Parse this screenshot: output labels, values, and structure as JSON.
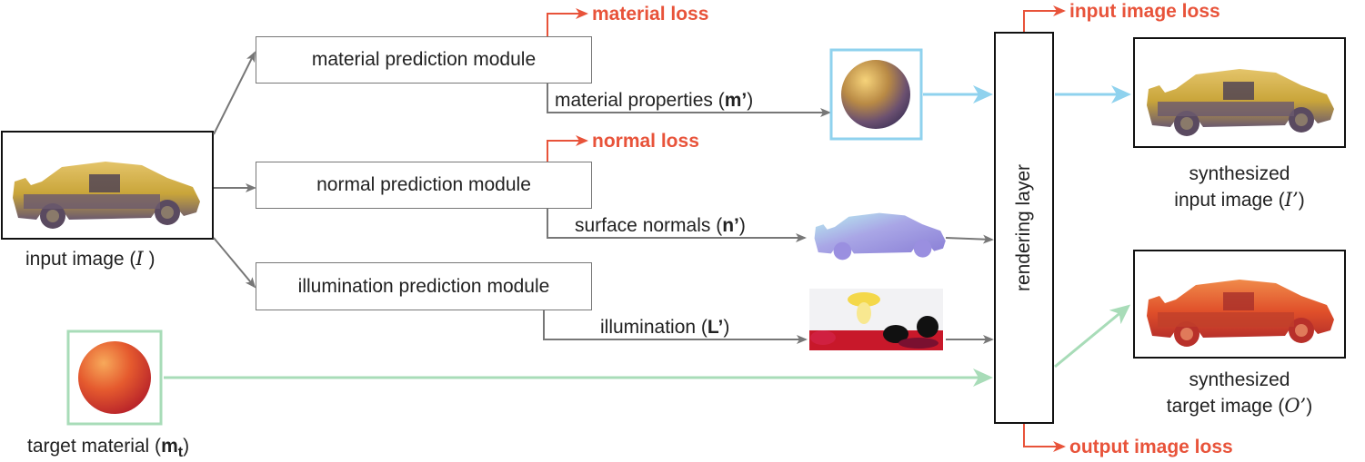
{
  "modules": {
    "material": "material prediction module",
    "normal": "normal prediction module",
    "illumination": "illumination prediction module"
  },
  "rendering_layer": "rendering layer",
  "labels": {
    "input_image_text": "input image (",
    "input_image_symbol": "I",
    "input_image_close": " )",
    "material_properties_text": "material properties (",
    "material_properties_symbol": "m’",
    "material_properties_close": ")",
    "surface_normals_text": "surface normals (",
    "surface_normals_symbol": "n’",
    "surface_normals_close": ")",
    "illumination_text": "illumination (",
    "illumination_symbol": "L’",
    "illumination_close": ")",
    "target_material_text": "target material (",
    "target_material_symbol": "m",
    "target_material_sub": "t",
    "target_material_close": ")",
    "synth_input_line1": "synthesized",
    "synth_input_line2": "input image (",
    "synth_input_symbol": "I’",
    "synth_input_close": ")",
    "synth_target_line1": "synthesized",
    "synth_target_line2": "target image (",
    "synth_target_symbol": "O’",
    "synth_target_close": ")"
  },
  "losses": {
    "material": "material loss",
    "normal": "normal loss",
    "input_image": "input image loss",
    "output_image": "output image loss"
  },
  "colors": {
    "loss_red": "#e8533a",
    "blue_flow": "#8fd2ee",
    "green_flow": "#a8dcb8",
    "gray_arrow": "#777777",
    "car_yellow": "#c9a53a",
    "car_red": "#e0502a"
  }
}
